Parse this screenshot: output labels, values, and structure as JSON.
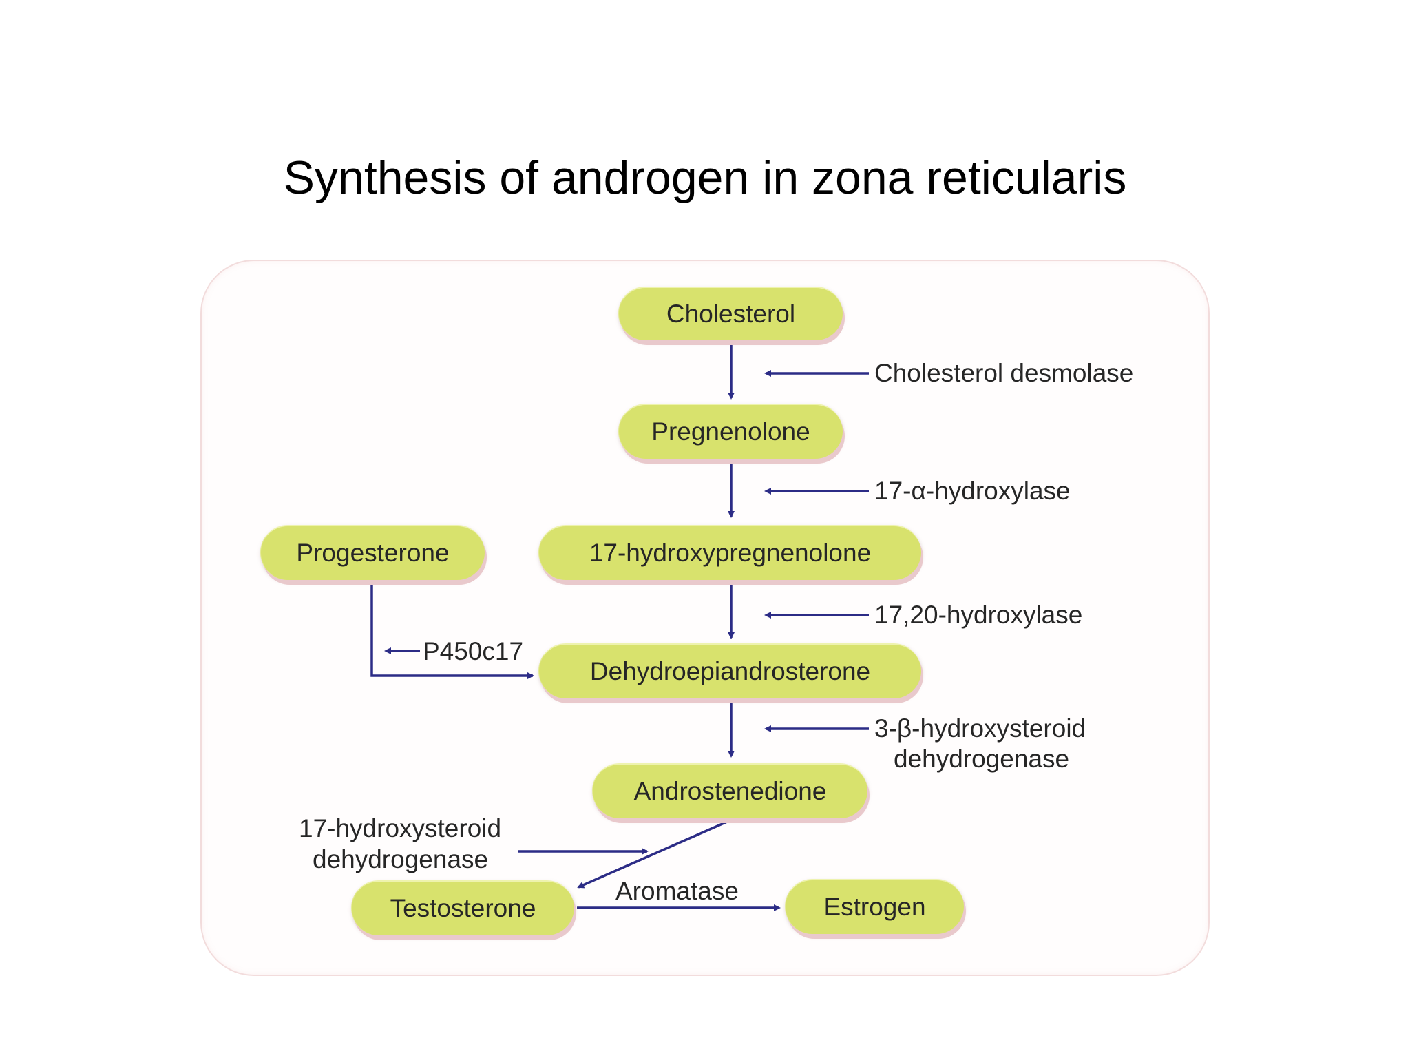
{
  "title": "Synthesis of androgen in zona reticularis",
  "nodes": {
    "cholesterol": "Cholesterol",
    "pregnenolone": "Pregnenolone",
    "hydroxypregnenolone": "17-hydroxypregnenolone",
    "progesterone": "Progesterone",
    "dhea": "Dehydroepiandrosterone",
    "androstenedione": "Androstenedione",
    "testosterone": "Testosterone",
    "estrogen": "Estrogen"
  },
  "enzymes": {
    "cholesterol_desmolase": "Cholesterol desmolase",
    "alpha_hydroxylase": "17-α-hydroxylase",
    "lyase": "17,20-hydroxylase",
    "hsd3b_line1": "3-β-hydroxysteroid",
    "hsd3b_line2": "dehydrogenase",
    "p450c17": "P450c17",
    "hsd17_line1": "17-hydroxysteroid",
    "hsd17_line2": "dehydrogenase",
    "aromatase": "Aromatase"
  },
  "colors": {
    "node_fill": "#d8e26d",
    "arrow": "#2c2c86",
    "node_shadow": "#e9c9cc"
  }
}
